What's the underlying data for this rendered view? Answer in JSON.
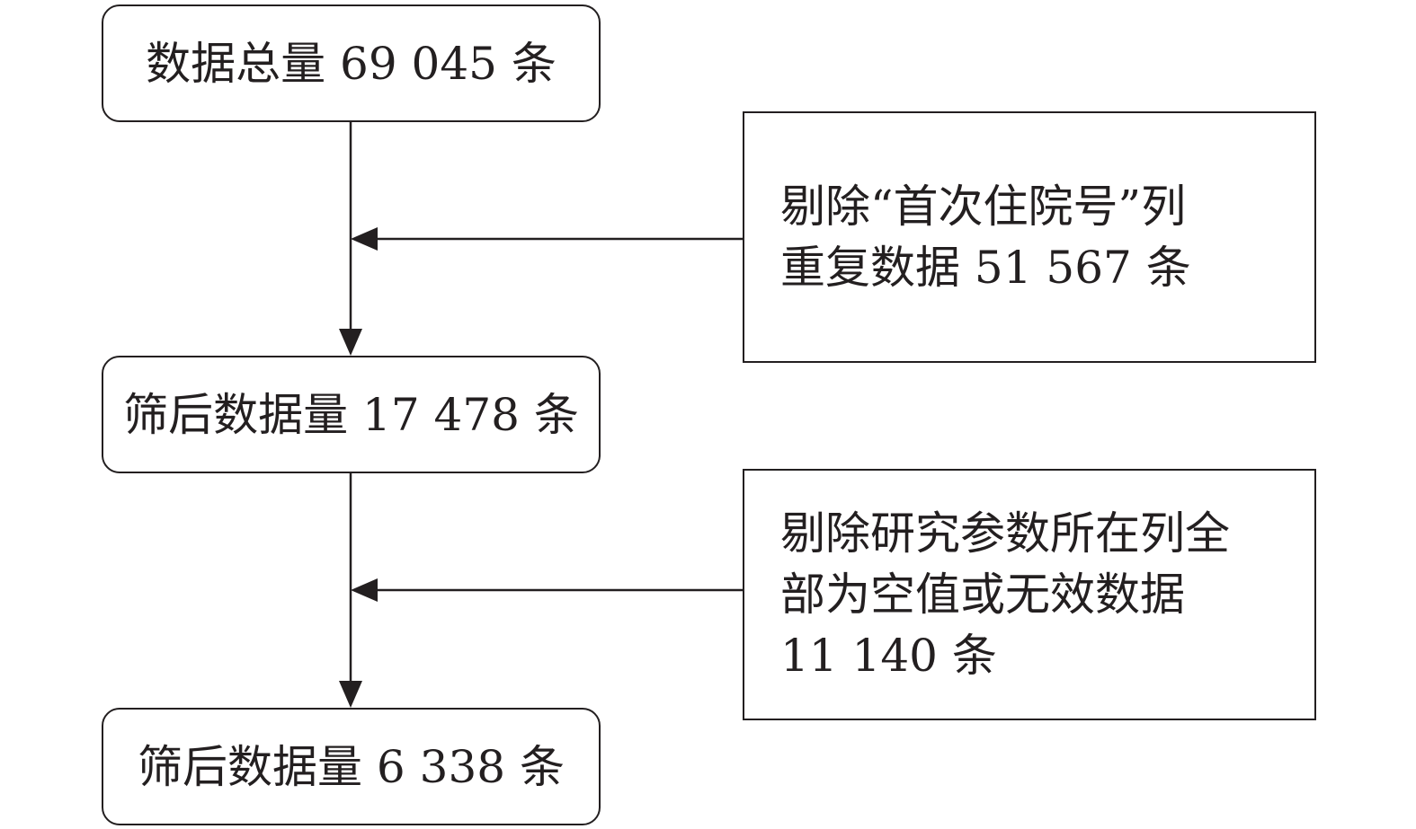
{
  "flow": {
    "step1": {
      "label": "数据总量 69 045 条"
    },
    "step2": {
      "label": "筛后数据量 17 478 条"
    },
    "step3": {
      "label": "筛后数据量 6 338 条"
    }
  },
  "exclusions": {
    "first": {
      "lines": [
        "剔除“首次住院号”列",
        "重复数据 51 567 条"
      ]
    },
    "second": {
      "lines": [
        "剔除研究参数所在列全",
        "部为空值或无效数据",
        "11 140 条"
      ]
    }
  },
  "colors": {
    "stroke": "#231f20",
    "background": "#ffffff"
  }
}
